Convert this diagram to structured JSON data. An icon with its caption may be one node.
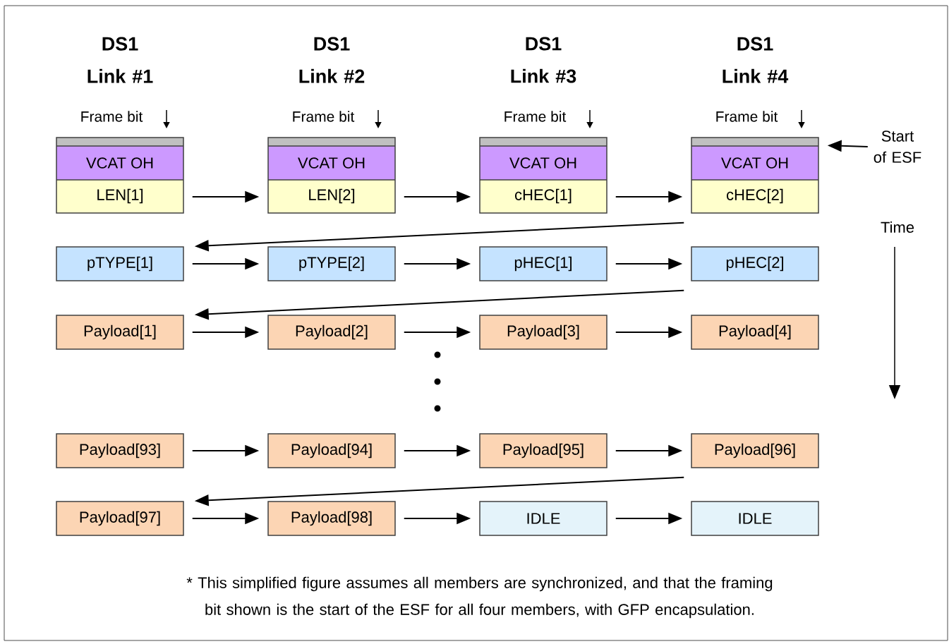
{
  "diagram": {
    "caption": "* This simplified figure assumes all members are synchronized, and that the framing bit shown is the start of the ESF for all four members, with GFP encapsulation.",
    "nodes": [
      {
        "text": [
          "VCAT OH",
          "LEN[1]"
        ]
      },
      {
        "text": [
          "VCAT OH",
          "LEN[2]"
        ]
      },
      {
        "text": [
          "VCAT OH",
          "cHEC[1]"
        ]
      },
      {
        "text": [
          "VCAT OH",
          "cHEC[2]"
        ]
      },
      {
        "text": [
          "Start of ESF"
        ]
      },
      {
        "text": [
          "pTYPE[1]"
        ]
      },
      {
        "text": [
          "pTYPE[2]"
        ]
      },
      {
        "text": [
          "pHEC[1]"
        ]
      },
      {
        "text": [
          "pHEC[2]"
        ]
      },
      {
        "text": [
          "Payload[1]"
        ]
      },
      {
        "text": [
          "Payload[2]"
        ]
      },
      {
        "text": [
          "Payload[3]"
        ]
      },
      {
        "text": [
          "Payload[4]"
        ]
      },
      {
        "text": [
          "Payload[93]"
        ]
      },
      {
        "text": [
          "Payload[94]"
        ]
      },
      {
        "text": [
          "Payload[95]"
        ]
      },
      {
        "text": [
          "Payload[96]"
        ]
      },
      {
        "text": [
          "Payload[97]"
        ]
      },
      {
        "text": [
          "Payload[98]"
        ]
      },
      {
        "text": [
          "IDLE"
        ]
      },
      {
        "text": [
          "IDLE"
        ]
      }
    ],
    "edges": [
      {
        "from": 0,
        "to": 1,
        "arrow": "to"
      },
      {
        "from": 1,
        "to": 2,
        "arrow": "to"
      },
      {
        "from": 2,
        "to": 3,
        "arrow": "to"
      },
      {
        "from": 4,
        "to": 3,
        "arrow": "to"
      },
      {
        "from": 3,
        "to": 5,
        "arrow": "to"
      },
      {
        "from": 5,
        "to": 6,
        "arrow": "to"
      },
      {
        "from": 6,
        "to": 7,
        "arrow": "to"
      },
      {
        "from": 7,
        "to": 8,
        "arrow": "to"
      },
      {
        "from": 8,
        "to": 9,
        "arrow": "to"
      },
      {
        "from": 9,
        "to": 10,
        "arrow": "to"
      },
      {
        "from": 10,
        "to": 11,
        "arrow": "to"
      },
      {
        "from": 11,
        "to": 12,
        "arrow": "to"
      },
      {
        "from": 13,
        "to": 14,
        "arrow": "to"
      },
      {
        "from": 14,
        "to": 15,
        "arrow": "to"
      },
      {
        "from": 15,
        "to": 16,
        "arrow": "to"
      },
      {
        "from": 16,
        "to": 17,
        "arrow": "to"
      },
      {
        "from": 17,
        "to": 18,
        "arrow": "to"
      },
      {
        "from": 18,
        "to": 19,
        "arrow": "to"
      },
      {
        "from": 19,
        "to": 20,
        "arrow": "to"
      }
    ],
    "labels": [
      "DS1 Link #1",
      "DS1 Link #2",
      "DS1 Link #3",
      "DS1 Link #4",
      "Frame bit",
      "Frame bit",
      "Frame bit",
      "Frame bit",
      "Time"
    ]
  }
}
